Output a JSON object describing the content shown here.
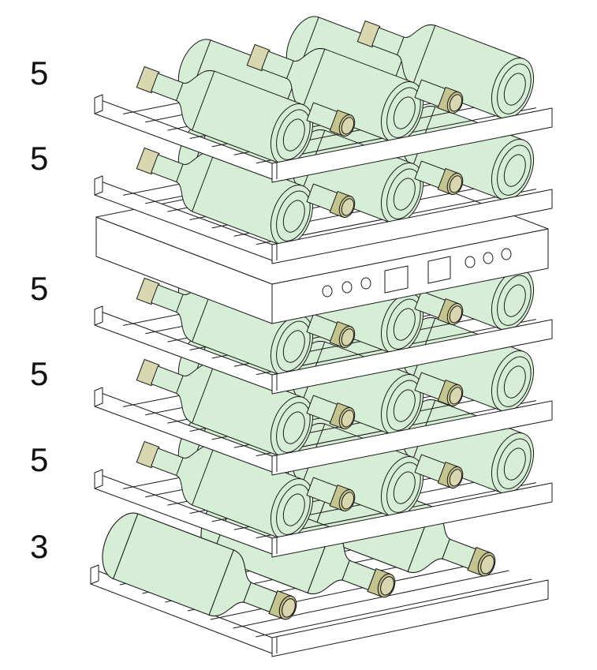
{
  "shelf_counts": [
    "5",
    "5",
    "5",
    "5",
    "5",
    "3"
  ],
  "colors": {
    "bottle": "#d6eed6",
    "cap": "#d9d7b0",
    "cap_ring": "#c4c48e",
    "shelf": "#ffffff",
    "line": "#1a1a1a"
  },
  "shelves": [
    {
      "name": "shelf-1",
      "bottles": 5
    },
    {
      "name": "shelf-2",
      "bottles": 5
    },
    {
      "name": "shelf-3",
      "bottles": 5
    },
    {
      "name": "shelf-4",
      "bottles": 5
    },
    {
      "name": "shelf-5",
      "bottles": 5
    },
    {
      "name": "shelf-6",
      "bottles": 3
    }
  ]
}
